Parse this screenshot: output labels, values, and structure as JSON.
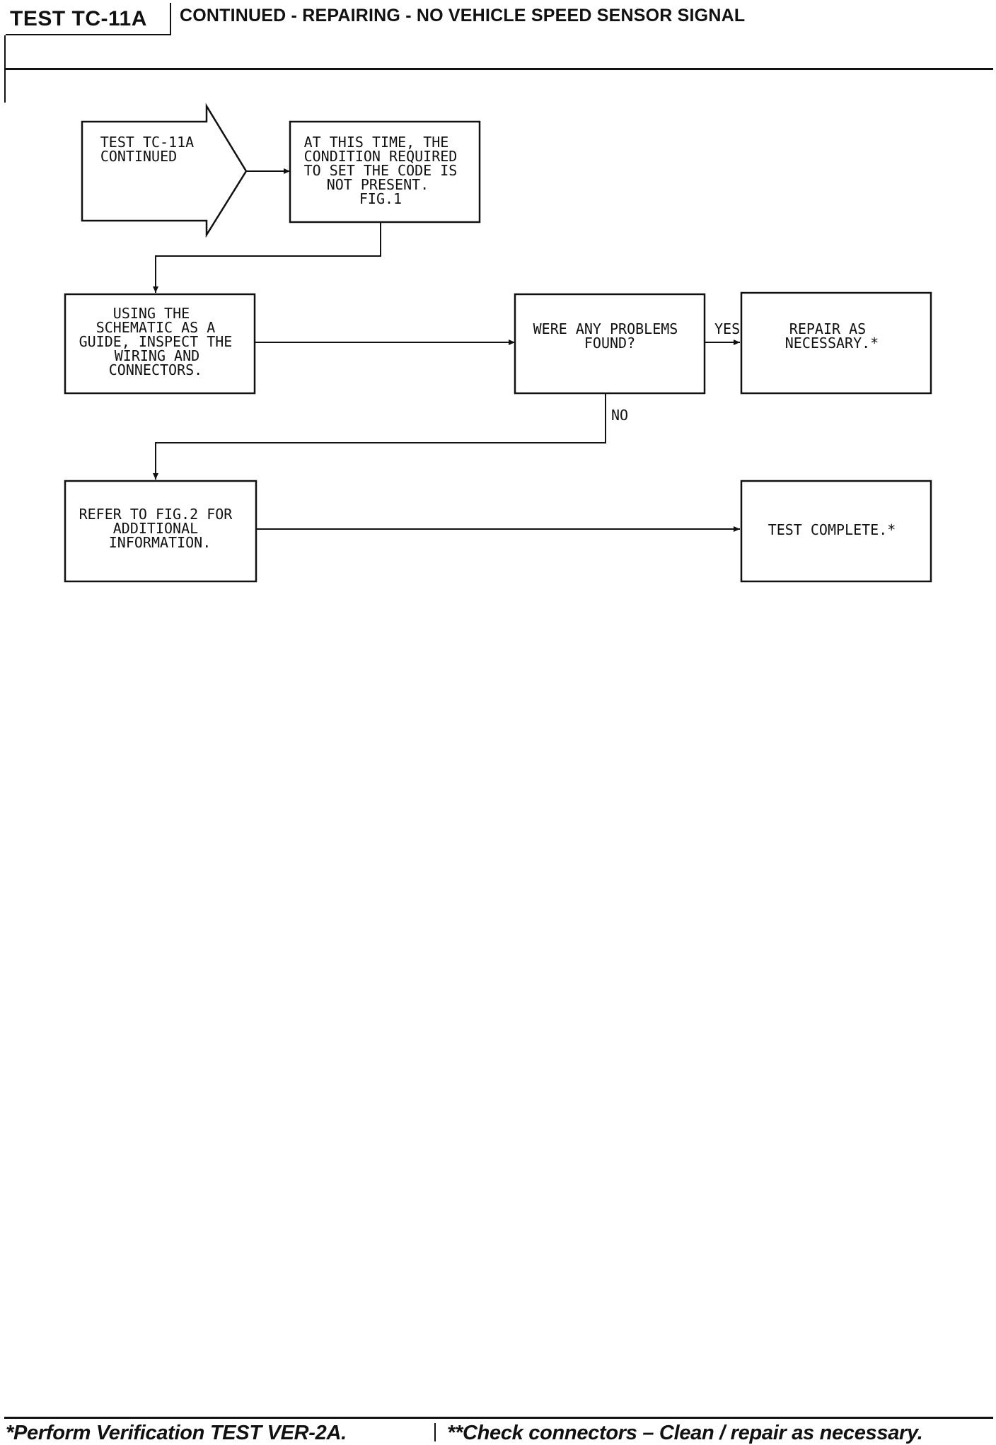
{
  "header": {
    "test_id": "TEST TC-11A",
    "title": "CONTINUED - REPAIRING - NO VEHICLE SPEED SENSOR SIGNAL"
  },
  "flowchart": {
    "start": [
      "TEST TC-11A",
      "CONTINUED"
    ],
    "condition": [
      "AT THIS TIME, THE",
      "CONDITION REQUIRED",
      "TO SET THE CODE IS",
      "NOT PRESENT.",
      "FIG.1"
    ],
    "inspect": [
      "USING THE",
      "SCHEMATIC AS A",
      "GUIDE, INSPECT THE",
      "WIRING AND",
      "CONNECTORS."
    ],
    "question": [
      "WERE ANY PROBLEMS",
      "FOUND?"
    ],
    "repair": [
      "REPAIR AS",
      "NECESSARY.*"
    ],
    "refer": [
      "REFER TO FIG.2 FOR",
      "ADDITIONAL",
      "INFORMATION."
    ],
    "complete": [
      "TEST COMPLETE.*"
    ],
    "yes_label": "YES",
    "no_label": "NO"
  },
  "footer": {
    "left": "*Perform Verification TEST VER-2A.",
    "right": "**Check connectors – Clean / repair as necessary."
  }
}
